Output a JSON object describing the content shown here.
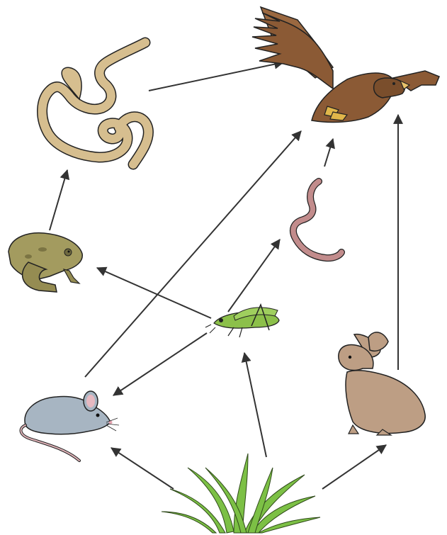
{
  "diagram": {
    "type": "food-web",
    "organisms": [
      {
        "id": "eagle",
        "icon": "eagle-icon",
        "color": "#8b5a35"
      },
      {
        "id": "snake",
        "icon": "snake-icon",
        "color": "#d6be8f"
      },
      {
        "id": "frog",
        "icon": "frog-icon",
        "color": "#a39b5f"
      },
      {
        "id": "worm",
        "icon": "worm-icon",
        "color": "#c28c8c"
      },
      {
        "id": "grasshopper",
        "icon": "grasshopper-icon",
        "color": "#8cc04a"
      },
      {
        "id": "mouse",
        "icon": "mouse-icon",
        "color": "#a7b5c2"
      },
      {
        "id": "rabbit",
        "icon": "rabbit-icon",
        "color": "#bd9e84"
      },
      {
        "id": "grass",
        "icon": "grass-icon",
        "color": "#7cc045"
      }
    ],
    "arrows": [
      {
        "from": "snake",
        "to": "eagle"
      },
      {
        "from": "frog",
        "to": "snake"
      },
      {
        "from": "grasshopper",
        "to": "frog"
      },
      {
        "from": "grasshopper",
        "to": "worm"
      },
      {
        "from": "grasshopper",
        "to": "mouse"
      },
      {
        "from": "worm",
        "to": "eagle"
      },
      {
        "from": "mouse",
        "to": "eagle"
      },
      {
        "from": "rabbit",
        "to": "eagle"
      },
      {
        "from": "grass",
        "to": "mouse"
      },
      {
        "from": "grass",
        "to": "grasshopper"
      },
      {
        "from": "grass",
        "to": "rabbit"
      }
    ],
    "arrow_color": "#333333"
  }
}
